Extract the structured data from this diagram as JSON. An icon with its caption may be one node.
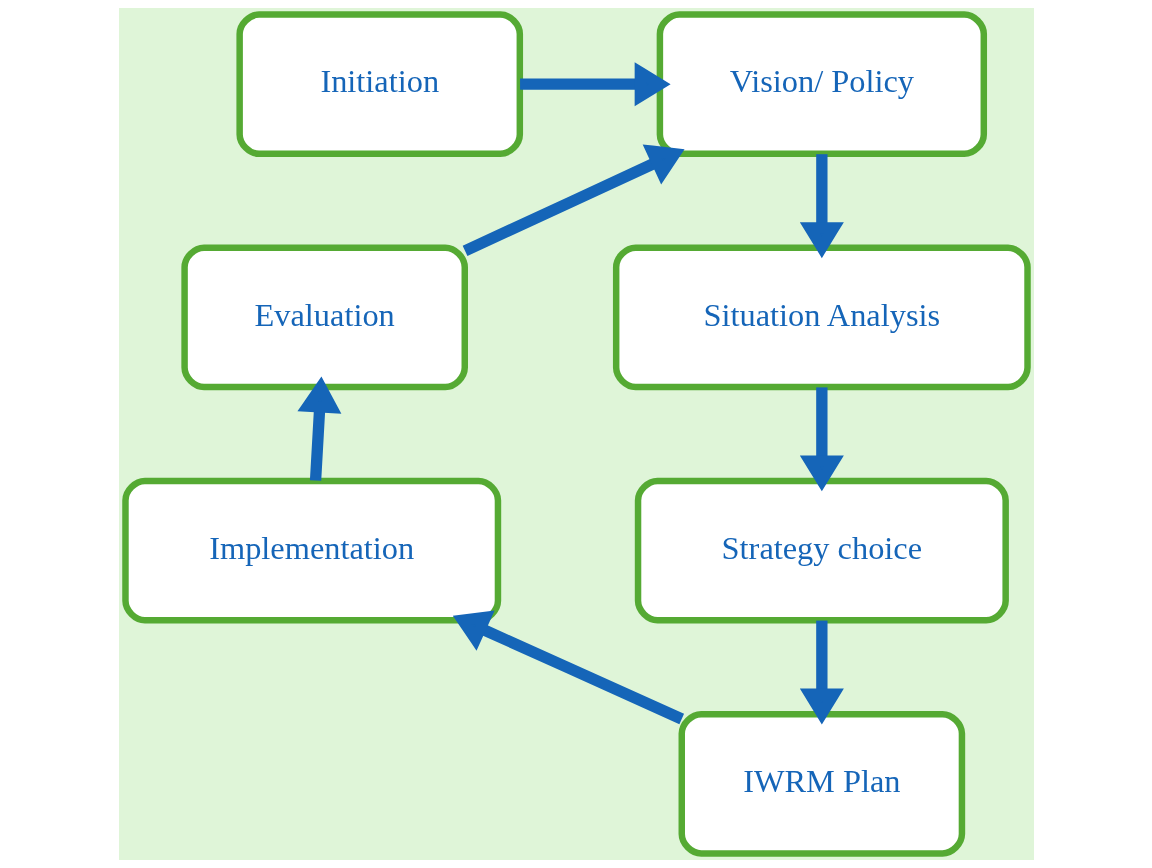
{
  "diagram": {
    "nodes": [
      {
        "text": [
          "Initiation"
        ]
      },
      {
        "text": [
          "Vision/ Policy"
        ]
      },
      {
        "text": [
          "Situation Analysis"
        ]
      },
      {
        "text": [
          "Strategy choice"
        ]
      },
      {
        "text": [
          "IWRM Plan"
        ]
      },
      {
        "text": [
          "Implementation"
        ]
      },
      {
        "text": [
          "Evaluation"
        ]
      }
    ],
    "edges": [
      {
        "from": 0,
        "to": 1,
        "arrow": "to"
      },
      {
        "from": 1,
        "to": 2,
        "arrow": "to"
      },
      {
        "from": 2,
        "to": 3,
        "arrow": "to"
      },
      {
        "from": 3,
        "to": 4,
        "arrow": "to"
      },
      {
        "from": 4,
        "to": 5,
        "arrow": "to"
      },
      {
        "from": 5,
        "to": 6,
        "arrow": "to"
      },
      {
        "from": 6,
        "to": 1,
        "arrow": "to"
      }
    ]
  }
}
